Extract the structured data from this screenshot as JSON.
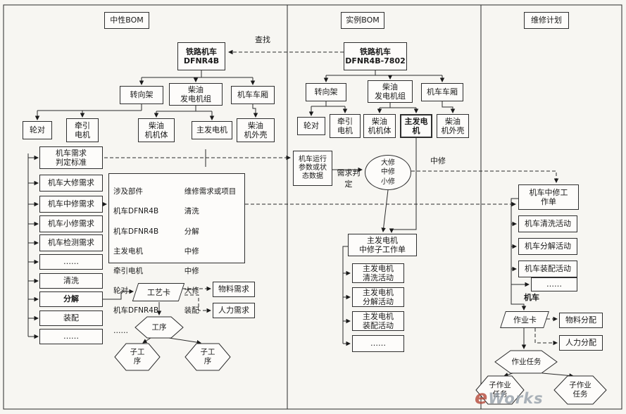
{
  "columns": {
    "neutral_title": "中性BOM",
    "instance_title": "实例BOM",
    "plan_title": "维修计划"
  },
  "labels": {
    "find": "查找",
    "demand_judge": "需求判定",
    "medium_repair": "中修",
    "loco": "机车"
  },
  "neutral": {
    "root": "铁路机车\nDFNR4B",
    "bogie": "转向架",
    "genset": "柴油\n发电机组",
    "carriage": "机车车厢",
    "wheelset": "轮对",
    "traction_motor": "牵引\n电机",
    "engine_body": "柴油\n机机体",
    "main_generator": "主发电机",
    "engine_shell": "柴油\n机外壳",
    "demands": [
      "机车需求\n判定标准",
      "机车大修需求",
      "机车中修需求",
      "机车小修需求",
      "机车检测需求",
      "……",
      "清洗",
      "分解",
      "装配",
      "……"
    ],
    "table": {
      "col1": "涉及部件",
      "col2": "维修需求或项目",
      "rows": [
        [
          "机车DFNR4B",
          "清洗"
        ],
        [
          "机车DFNR4B",
          "分解"
        ],
        [
          "主发电机",
          "中修"
        ],
        [
          "牵引电机",
          "中修"
        ],
        [
          "轮对",
          "大修"
        ],
        [
          "机车DFNR4B",
          "装配"
        ],
        [
          "……",
          ""
        ]
      ]
    },
    "process_card": "工艺卡",
    "material_demand": "物料需求",
    "labor_demand": "人力需求",
    "process": "工序",
    "subprocess1": "子工\n序",
    "subprocess2": "子工\n序"
  },
  "instance": {
    "root": "铁路机车\nDFNR4B-7802",
    "bogie": "转向架",
    "genset": "柴油\n发电机组",
    "carriage": "机车车厢",
    "wheelset": "轮对",
    "traction_motor": "牵引\n电机",
    "engine_body": "柴油\n机机体",
    "main_generator": "主发电\n机",
    "engine_shell": "柴油\n机外壳",
    "status_box": "机车运行\n参数或状\n态数据",
    "decision": "大修\n中修\n小修",
    "sub_workorder": "主发电机\n中修子工作单",
    "activities": [
      "主发电机\n清洗活动",
      "主发电机\n分解活动",
      "主发电机\n装配活动",
      "……"
    ]
  },
  "plan": {
    "workorder": "机车中修工\n作单",
    "activities": [
      "机车清洗活动",
      "机车分解活动",
      "机车装配活动",
      "……"
    ],
    "job_card": "作业卡",
    "material_alloc": "物料分配",
    "labor_alloc": "人力分配",
    "job_task": "作业任务",
    "sub_job_task1": "子作业\n任务",
    "sub_job_task2": "子作业\n任务"
  },
  "watermark": {
    "e": "e",
    "text": "Works"
  }
}
